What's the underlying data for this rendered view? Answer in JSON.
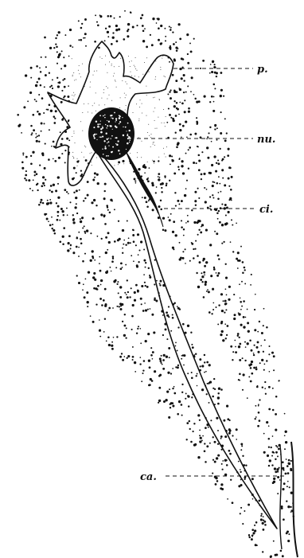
{
  "figure": {
    "labels": {
      "p": "p.",
      "nu": "nu.",
      "ci": "ci.",
      "ca": "ca."
    },
    "colors": {
      "ink": "#111111",
      "background": "#ffffff"
    }
  }
}
